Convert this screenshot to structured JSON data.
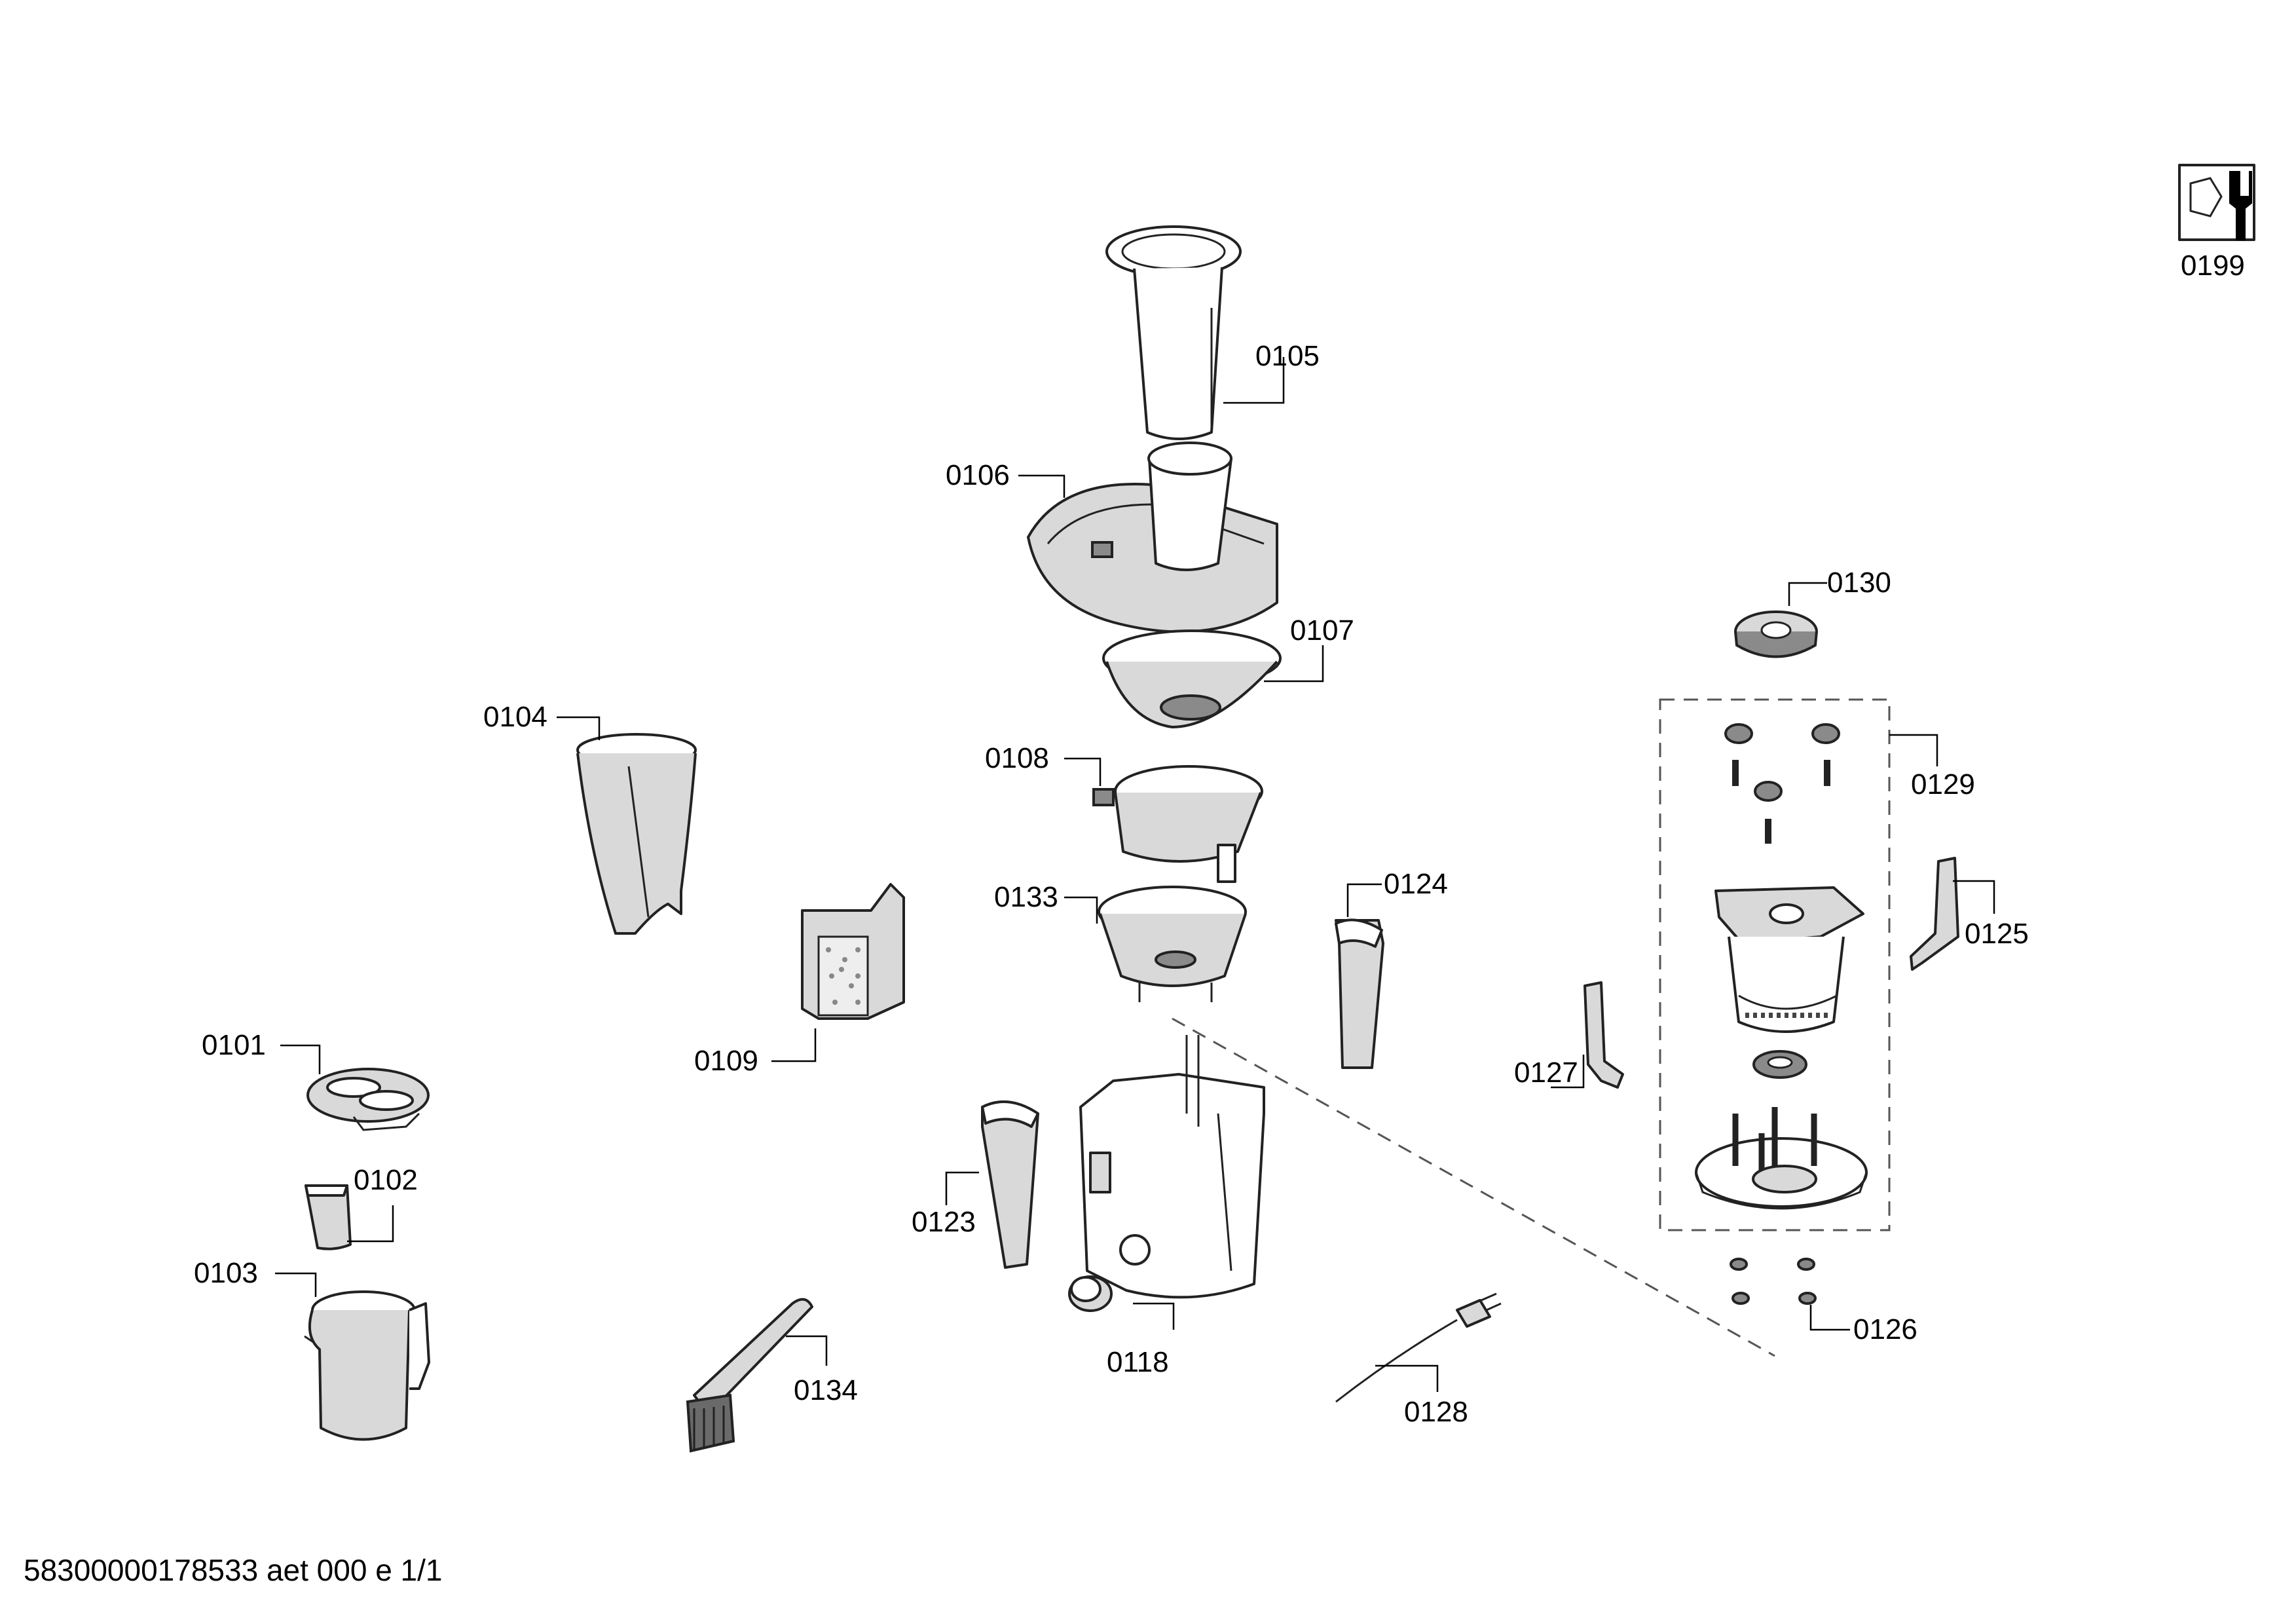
{
  "diagram": {
    "parts": [
      {
        "id": "p0101",
        "label": "0101"
      },
      {
        "id": "p0102",
        "label": "0102"
      },
      {
        "id": "p0103",
        "label": "0103"
      },
      {
        "id": "p0104",
        "label": "0104"
      },
      {
        "id": "p0105",
        "label": "0105"
      },
      {
        "id": "p0106",
        "label": "0106"
      },
      {
        "id": "p0107",
        "label": "0107"
      },
      {
        "id": "p0108",
        "label": "0108"
      },
      {
        "id": "p0109",
        "label": "0109"
      },
      {
        "id": "p0118",
        "label": "0118"
      },
      {
        "id": "p0123",
        "label": "0123"
      },
      {
        "id": "p0124",
        "label": "0124"
      },
      {
        "id": "p0125",
        "label": "0125"
      },
      {
        "id": "p0126",
        "label": "0126"
      },
      {
        "id": "p0127",
        "label": "0127"
      },
      {
        "id": "p0128",
        "label": "0128"
      },
      {
        "id": "p0129",
        "label": "0129"
      },
      {
        "id": "p0130",
        "label": "0130"
      },
      {
        "id": "p0133",
        "label": "0133"
      },
      {
        "id": "p0134",
        "label": "0134"
      },
      {
        "id": "p0199",
        "label": "0199"
      }
    ]
  },
  "footer": {
    "document_code": "58300000178533 aet 000 e  1/1"
  }
}
